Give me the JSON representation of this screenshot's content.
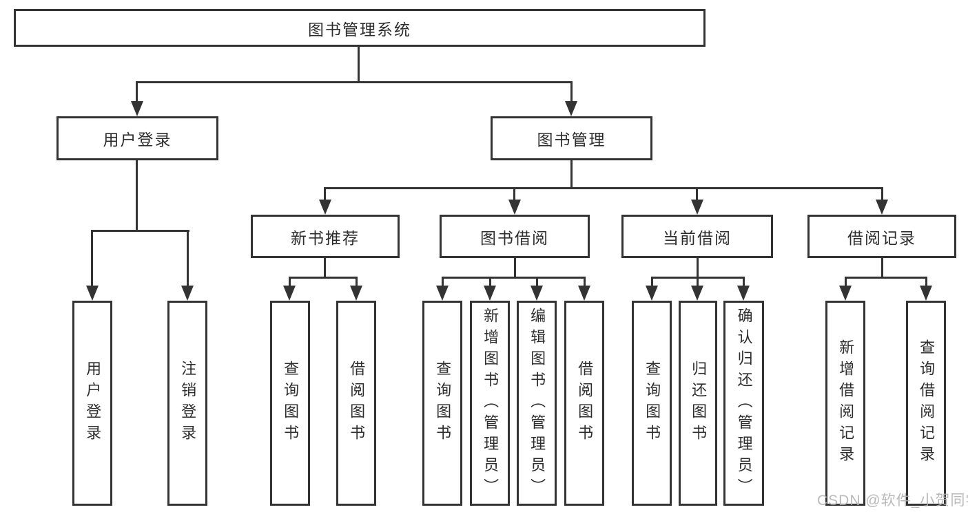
{
  "diagram_title": "图书管理系统",
  "colors": {
    "line": "#333333",
    "box_border": "#333333",
    "text": "#2d2d2d",
    "watermark": "#b2b2b2",
    "background": "#ffffff"
  },
  "tree": {
    "root": {
      "label": "图书管理系统"
    },
    "branches": [
      {
        "label": "用户登录",
        "children": [
          {
            "label": "用户登录"
          },
          {
            "label": "注销登录"
          }
        ]
      },
      {
        "label": "图书管理",
        "children": [
          {
            "label": "新书推荐",
            "children": [
              {
                "label": "查询图书"
              },
              {
                "label": "借阅图书"
              }
            ]
          },
          {
            "label": "图书借阅",
            "children": [
              {
                "label": "查询图书"
              },
              {
                "label": "新增图书（管理员）"
              },
              {
                "label": "编辑图书（管理员）"
              },
              {
                "label": "借阅图书"
              }
            ]
          },
          {
            "label": "当前借阅",
            "children": [
              {
                "label": "查询图书"
              },
              {
                "label": "归还图书"
              },
              {
                "label": "确认归还（管理员）"
              }
            ]
          },
          {
            "label": "借阅记录",
            "children": [
              {
                "label": "新增借阅记录"
              },
              {
                "label": "查询借阅记录"
              }
            ]
          }
        ]
      }
    ]
  },
  "watermark": "CSDN @软件_小贺同学"
}
